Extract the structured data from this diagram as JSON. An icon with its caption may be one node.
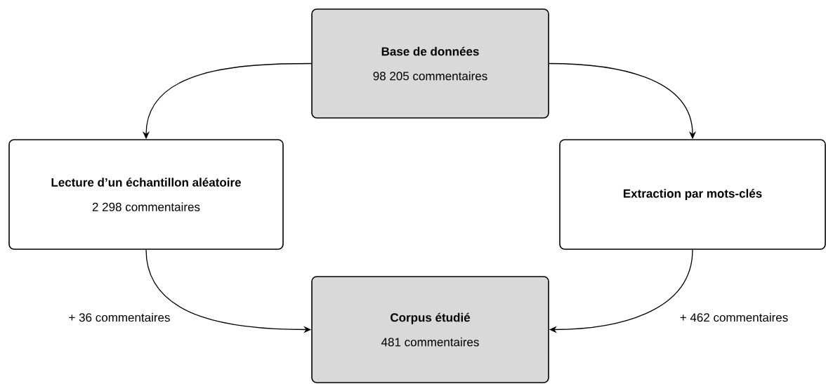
{
  "diagram": {
    "nodes": [
      {
        "text": [
          "Base de données",
          "98 205 commentaires"
        ]
      },
      {
        "text": [
          "Lecture d’un échantillon aléatoire",
          "2 298 commentaires"
        ]
      },
      {
        "text": [
          "Extraction par mots-clés"
        ]
      },
      {
        "text": [
          "Corpus étudié",
          "481 commentaires"
        ]
      }
    ],
    "edges": [
      {
        "from": 0,
        "to": 1,
        "arrow": "to"
      },
      {
        "from": 0,
        "to": 2,
        "arrow": "to"
      },
      {
        "from": 1,
        "to": 3,
        "arrow": "to",
        "label": "+ 36 commentaires"
      },
      {
        "from": 2,
        "to": 3,
        "arrow": "to",
        "label": "+ 462 commentaires"
      }
    ]
  }
}
